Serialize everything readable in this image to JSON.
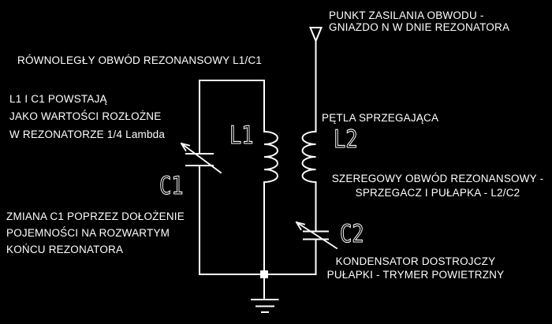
{
  "colors": {
    "background": "#000000",
    "stroke": "#ffffff",
    "text": "#ffffff"
  },
  "feed_note": {
    "line1": "PUNKT ZASILANIA OBWODU -",
    "line2": "GNIAZDO N W DNIE REZONATORA"
  },
  "parallel_circuit_title": "RÓWNOLEGŁY OBWÓD REZONANSOWY L1/C1",
  "distributed_note": {
    "line1": "L1 I C1 POWSTAJĄ",
    "line2": "JAKO WARTOŚCI ROZŁOŻNE",
    "line3": "W REZONATORZE 1/4 Lambda"
  },
  "coupling_loop_label": "PĘTLA SPRZEGAJĄCA",
  "series_circuit_note": {
    "line1": "SZEREGOWY OBWÓD REZONANSOWY -",
    "line2": "SPRZEGACZ I PUŁAPKA - L2/C2"
  },
  "c1_change_note": {
    "line1": "ZMIANA C1 POPRZEZ DOŁOŻENIE",
    "line2": "POJEMNOŚCI NA ROZWARTYM",
    "line3": "KOŃCU REZONATORA"
  },
  "trimmer_note": {
    "line1": "KONDENSATOR DOSTROJCZY",
    "line2": "PUŁAPKI - TRYMER POWIETRZNY"
  },
  "components": {
    "l1": "L1",
    "l2": "L2",
    "c1": "C1",
    "c2": "C2"
  }
}
